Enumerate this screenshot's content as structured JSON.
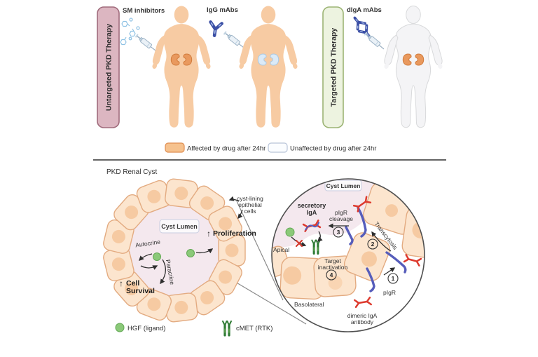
{
  "top": {
    "untargeted_label": "Untargeted PKD Therapy",
    "sm_inhibitors": "SM inhibitors",
    "igg_mabs": "IgG mAbs",
    "targeted_label": "Targeted PKD Therapy",
    "diga_mabs": "dIgA mAbs",
    "legend_affected": "Affected by drug after 24hr",
    "legend_unaffected": "Unaffected by drug after 24hr"
  },
  "bottom": {
    "title": "PKD Renal Cyst",
    "cyst_lumen": "Cyst Lumen",
    "autocrine": "Autocrine",
    "paracrine": "Paracrine",
    "up_arrow": "↑",
    "proliferation": "Proliferation",
    "cell_survival_1": "Cell",
    "cell_survival_2": "Survival",
    "lining_1": "cyst-lining",
    "lining_2": "epithelial",
    "lining_3": "cells",
    "hgf_legend": "HGF (ligand)",
    "cmet_legend": "cMET (RTK)"
  },
  "inset": {
    "cyst_lumen": "Cyst Lumen",
    "secretory_1": "secretory",
    "secretory_2": "IgA",
    "pigr_cleavage_1": "pIgR",
    "pigr_cleavage_2": "cleavage",
    "transcytosis": "Transcytosis",
    "apical": "Apical",
    "target_1": "Target",
    "target_2": "inactivation",
    "basolateral": "Basolateral",
    "pigr": "pIgR",
    "dimeric_1": "dimeric IgA",
    "dimeric_2": "antibody",
    "step1": "1",
    "step2": "2",
    "step3": "3",
    "step4": "4"
  },
  "colors": {
    "affected_swatch": "#f6c28e",
    "unaffected_swatch": "#fbfdff",
    "skin": "#f7cba3",
    "gray_body": "#f4f4f6",
    "kidney_orange": "#e9995e",
    "kidney_blue": "#dbeaf7",
    "untargeted_box": "#dcb6c1",
    "targeted_box": "#edf3e0",
    "cell_peach": "#fce5ce",
    "lumen_pink": "#f4e8ee",
    "hgf_green": "#8bc979",
    "cmet_green": "#2d7a33",
    "iga_red": "#dd3a2e",
    "pigr_blue": "#565dbb",
    "antibody_blue": "#3b4fa5",
    "secretory_orange": "#f59a38"
  }
}
